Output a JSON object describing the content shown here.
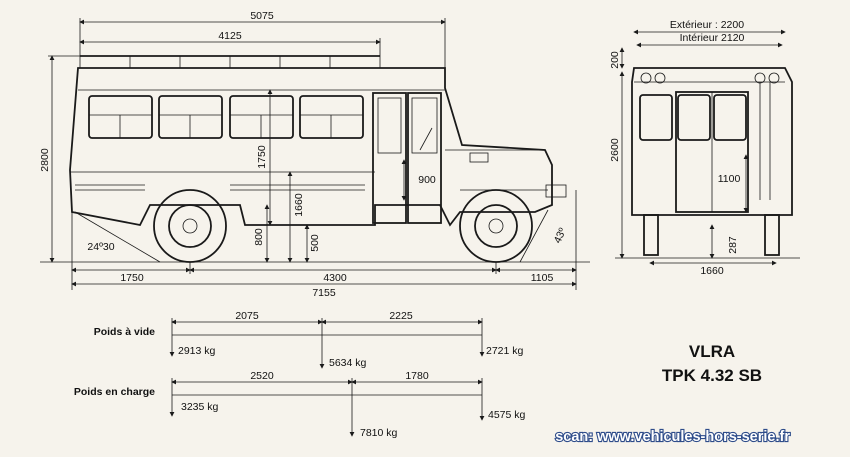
{
  "side_view": {
    "overall_top": "5075",
    "roof_rack": "4125",
    "height_total": "2800",
    "height_interior": "1750",
    "door_step": "900",
    "floor_height": "1660",
    "body_bottom": "800",
    "clearance": "500",
    "approach_angle": "43º",
    "departure_angle": "24º30",
    "front_overhang_rear": "1750",
    "wheelbase": "4300",
    "front_overhang": "1105",
    "overall_length": "7155"
  },
  "rear_view": {
    "exterior_width": "Extérieur : 2200",
    "interior_width": "Intérieur 2120",
    "roof_height": "200",
    "body_height": "2600",
    "door_height": "1100",
    "ground_clearance": "287",
    "track": "1660"
  },
  "weights": {
    "empty_label": "Poids à vide",
    "empty_span_left": "2075",
    "empty_span_right": "2225",
    "empty_rear": "2913 kg",
    "empty_total": "5634 kg",
    "empty_front": "2721 kg",
    "loaded_label": "Poids en charge",
    "loaded_span_left": "2520",
    "loaded_span_right": "1780",
    "loaded_rear": "3235 kg",
    "loaded_total": "7810 kg",
    "loaded_front": "4575 kg"
  },
  "model": {
    "line1": "VLRA",
    "line2": "TPK 4.32 SB"
  },
  "credit": "scan: www.vehicules-hors-serie.fr",
  "colors": {
    "paper": "#f6f3ec",
    "ink": "#1a1a1a",
    "credit_text": "#ffffff"
  }
}
